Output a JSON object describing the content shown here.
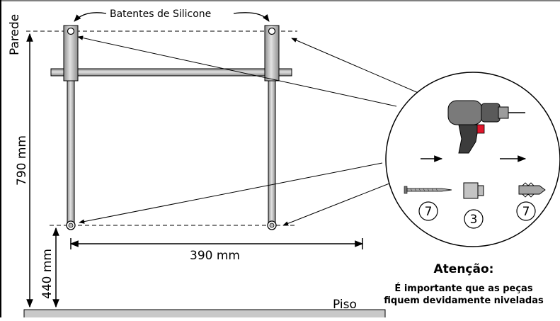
{
  "labels": {
    "top_note": "Batentes de Silicone",
    "wall": "Parede",
    "height_total": "790 mm",
    "height_floor": "440 mm",
    "width": "390 mm",
    "floor": "Piso"
  },
  "parts": [
    {
      "name": "screw",
      "qty": "7"
    },
    {
      "name": "silicone-bumper",
      "qty": "3"
    },
    {
      "name": "wall-anchor",
      "qty": "7"
    }
  ],
  "warning": {
    "title": "Atenção:",
    "line1": "É importante que as peças",
    "line2": "fiquem devidamente niveladas"
  },
  "colors": {
    "metal": "#b9b9b9",
    "floor": "#c9c9c9",
    "drill_body": "#7a7a7a",
    "drill_dark": "#3c3c3c",
    "drill_trigger": "#e0162b",
    "bumper": "#c4c4c4"
  }
}
